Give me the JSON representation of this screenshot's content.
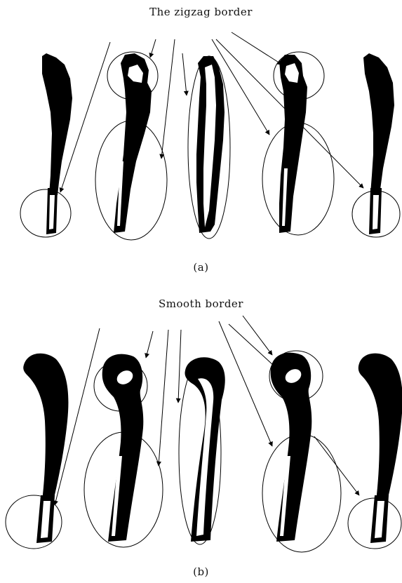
{
  "panel_a": {
    "title": "The zigzag border",
    "label": "(a)"
  },
  "panel_b": {
    "title": "Smooth border",
    "label": "(b)"
  },
  "colors": {
    "ink": "#000000",
    "background": "#ffffff"
  }
}
